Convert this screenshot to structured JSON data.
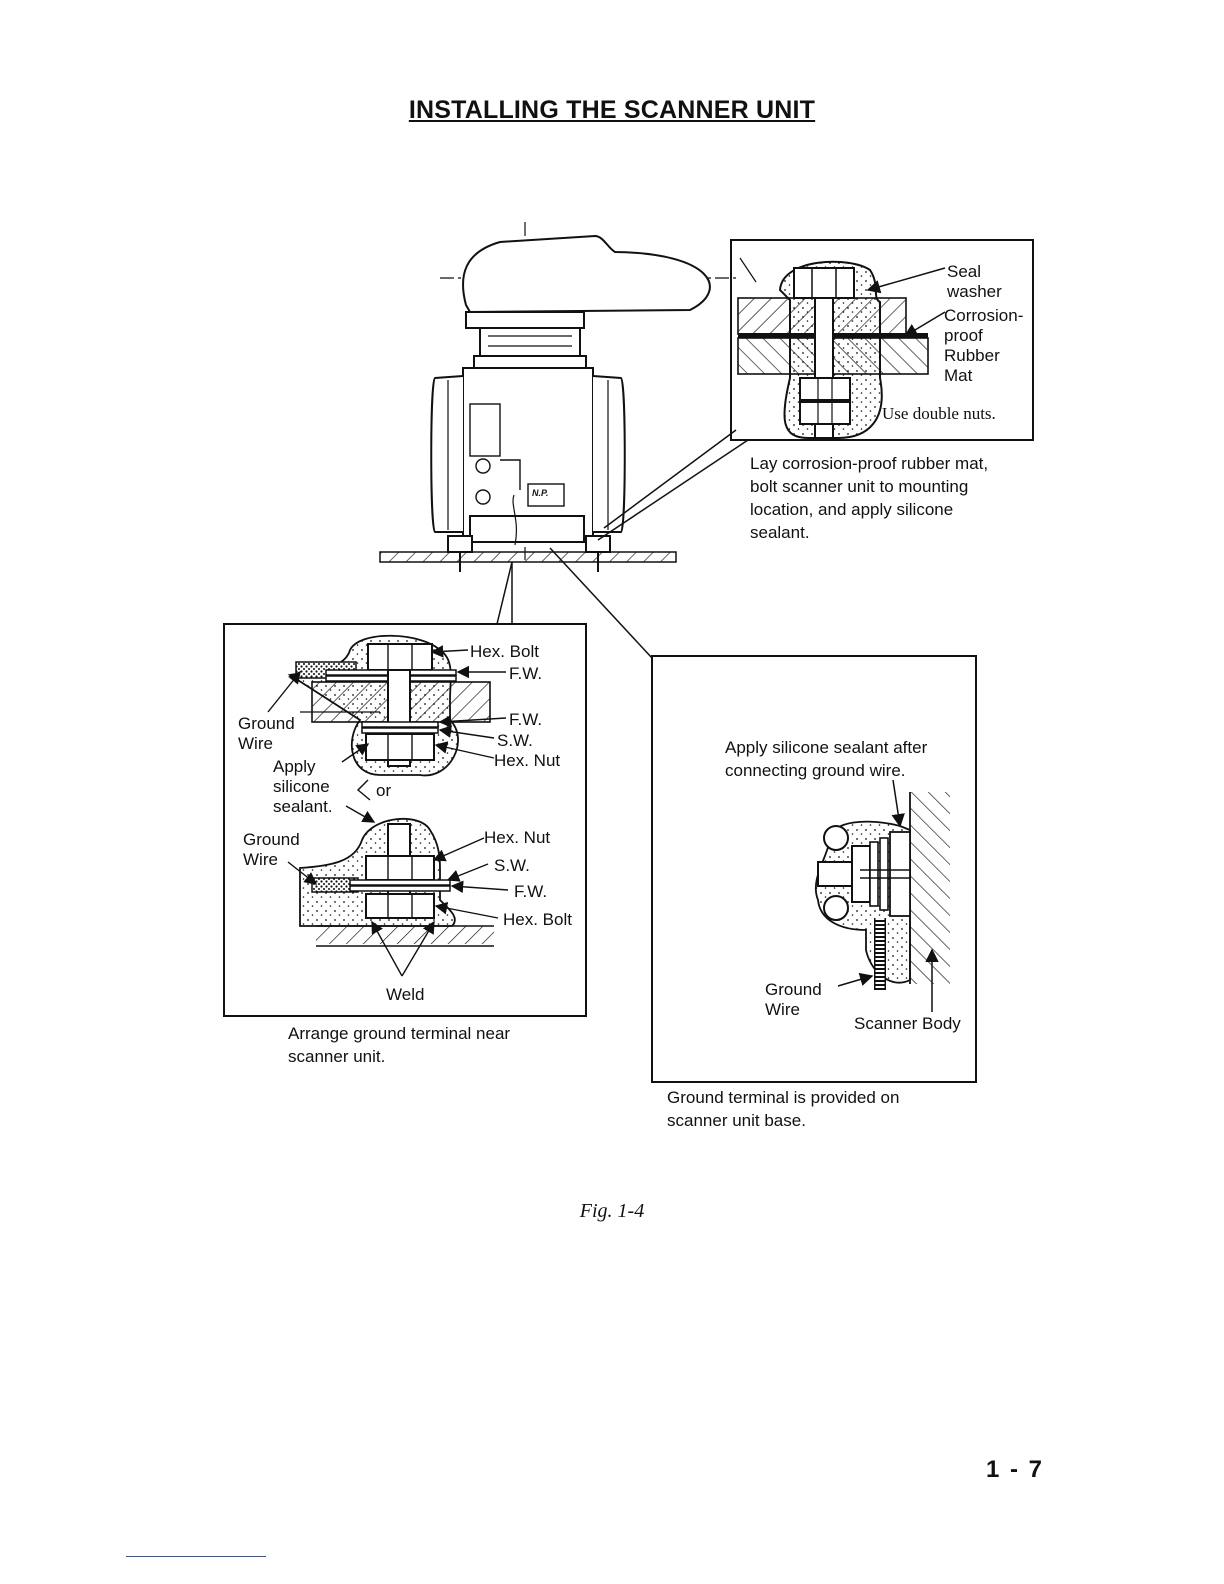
{
  "page": {
    "title": "INSTALLING THE SCANNER UNIT",
    "figure_caption": "Fig. 1-4",
    "page_number": "1 - 7"
  },
  "callouts": {
    "mount_detail": {
      "seal_washer": [
        "Seal",
        "washer"
      ],
      "rubber_mat": [
        "Corrosion-",
        "proof",
        "Rubber",
        "Mat"
      ],
      "double_nuts": "Use double nuts.",
      "caption": [
        "Lay corrosion-proof rubber mat,",
        "bolt scanner unit to mounting",
        "location, and apply silicone",
        "sealant."
      ]
    },
    "ground_terminal_detail": {
      "upper": {
        "hex_bolt": "Hex. Bolt",
        "fw_top": "F.W.",
        "fw_bottom": "F.W.",
        "sw": "S.W.",
        "hex_nut": "Hex. Nut",
        "ground_wire": [
          "Ground",
          "Wire"
        ]
      },
      "apply_sealant": [
        "Apply",
        "silicone",
        "sealant."
      ],
      "or": "or",
      "lower": {
        "ground_wire": [
          "Ground",
          "Wire"
        ],
        "hex_nut": "Hex. Nut",
        "sw": "S.W.",
        "fw": "F.W.",
        "hex_bolt": "Hex. Bolt",
        "weld": "Weld"
      },
      "caption": [
        "Arrange ground terminal near",
        "scanner unit."
      ]
    },
    "base_terminal_detail": {
      "note": [
        "Apply silicone sealant after",
        "connecting ground wire."
      ],
      "ground_wire": [
        "Ground",
        "Wire"
      ],
      "scanner_body": "Scanner Body",
      "caption": [
        "Ground terminal is provided on",
        "scanner unit base."
      ]
    },
    "unit_plate": "N.P."
  }
}
